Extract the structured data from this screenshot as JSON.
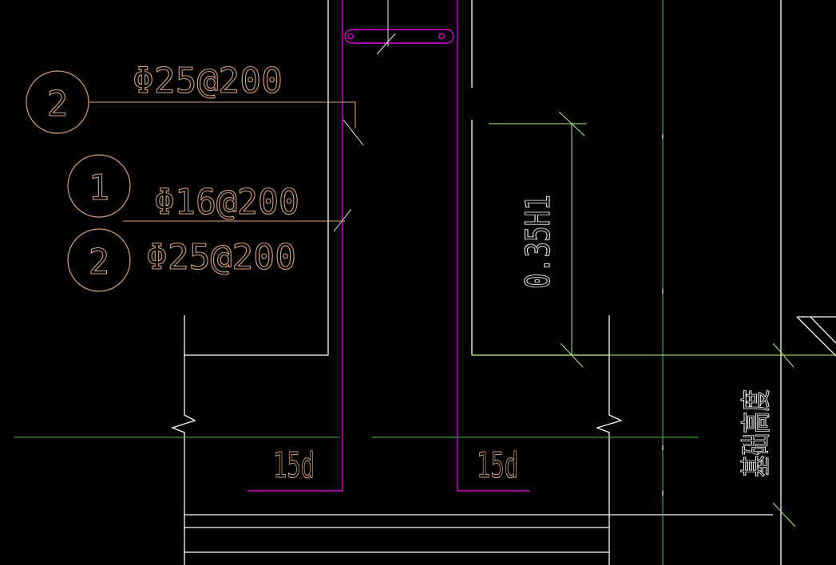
{
  "callouts": [
    {
      "number": "2",
      "spec": "Φ25@200"
    },
    {
      "number": "1",
      "spec": "Φ16@200"
    },
    {
      "number": "2",
      "spec": "Φ25@200"
    }
  ],
  "anchorage": {
    "left": "15d",
    "right": "15d"
  },
  "dimension": {
    "vertical": "0.35H1"
  },
  "foundation_label": "基础高度",
  "colors": {
    "background": "#000000",
    "rebar": "#e000e0",
    "leader": "#d7a27a",
    "concrete": "#ffffff",
    "dimension": "#b8f070",
    "axis": "#48c048"
  }
}
